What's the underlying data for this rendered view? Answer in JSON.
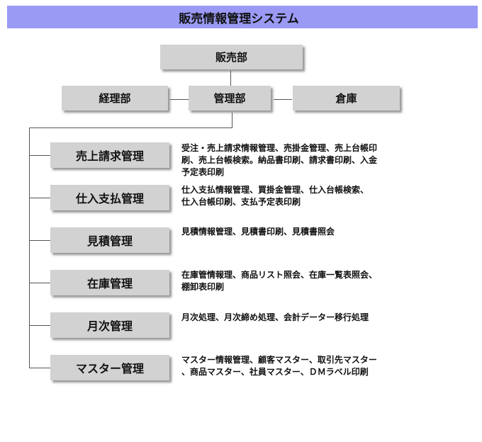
{
  "header": {
    "title": "販売情報管理システム",
    "color": "#9a9af5"
  },
  "org": {
    "top": "販売部",
    "left": "経理部",
    "center": "管理部",
    "right": "倉庫"
  },
  "modules": [
    {
      "label": "売上請求管理",
      "desc": [
        "受注・売上請求情報管理、売掛金管理、売上台帳印",
        "刷、売上台帳検索。納品書印刷、請求書印刷、入金",
        "予定表印刷"
      ]
    },
    {
      "label": "仕入支払管理",
      "desc": [
        "仕入支払情報管理、買掛金管理、仕入台帳検索、",
        "仕入台帳印刷、支払予定表印刷"
      ]
    },
    {
      "label": "見積管理",
      "desc": [
        "見積情報管理、見積書印刷、見積書照会"
      ]
    },
    {
      "label": "在庫管理",
      "desc": [
        "在庫管情報理、商品リスト照会、在庫一覧表照会、",
        "棚卸表印刷"
      ]
    },
    {
      "label": "月次管理",
      "desc": [
        "月次処理、月次締め処理、会計データー移行処理"
      ]
    },
    {
      "label": "マスター管理",
      "desc": [
        "マスター情報管理、顧客マスター、取引先マスター",
        "、商品マスター、社員マスター、ＤＭラベル印刷"
      ]
    }
  ]
}
